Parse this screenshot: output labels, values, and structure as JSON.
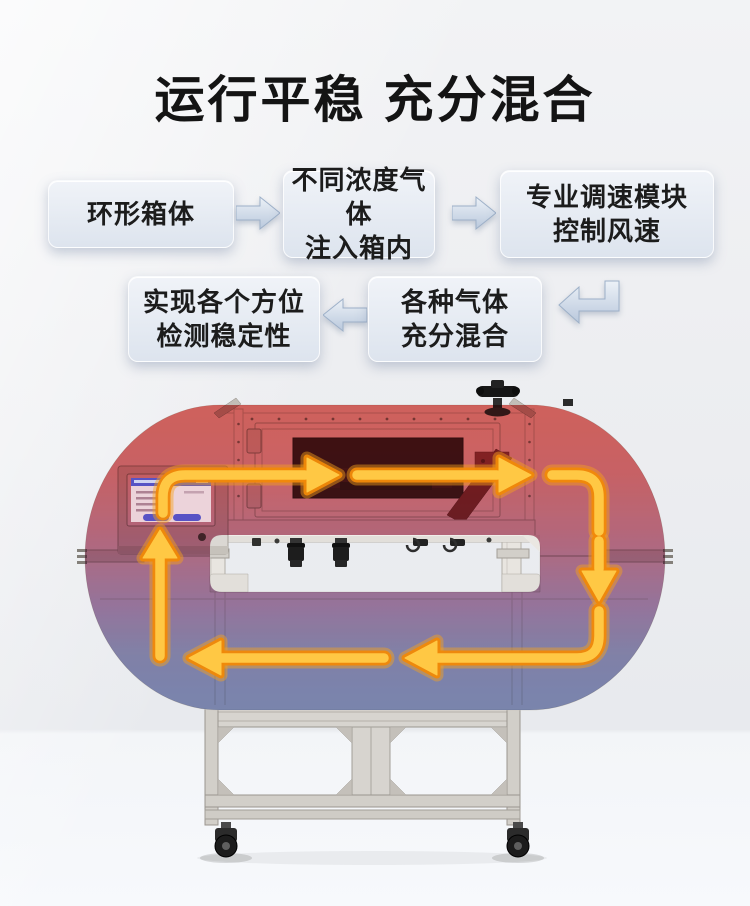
{
  "title": {
    "text": "运行平稳 充分混合"
  },
  "flow": {
    "row1": [
      {
        "line1": "环形箱体"
      },
      {
        "line1": "不同浓度气体",
        "line2": "注入箱内"
      },
      {
        "line1": "专业调速模块",
        "line2": "控制风速"
      }
    ],
    "row2": [
      {
        "line1": "实现各个方位",
        "line2": "检测稳定性"
      },
      {
        "line1": "各种气体",
        "line2": "充分混合"
      }
    ]
  },
  "colors": {
    "title_text": "#141414",
    "flow_box_bg": "#e3e9f2",
    "flow_arrow": "#c9d6e6",
    "flow_text": "#1c1c1c",
    "ring_gradient_top": "#d4514c",
    "ring_gradient_middle": "#8f6899",
    "ring_gradient_bottom": "#6d7db1",
    "flow_arrow_core": "#ffc844",
    "flow_arrow_glow": "#f18908",
    "stand_metal": "#d7d4cf",
    "screen_accent": "#5753c5"
  },
  "icons": {
    "right_arrow": "arrow-right-icon",
    "left_arrow": "arrow-left-icon",
    "return_arrow": "arrow-return-icon"
  }
}
